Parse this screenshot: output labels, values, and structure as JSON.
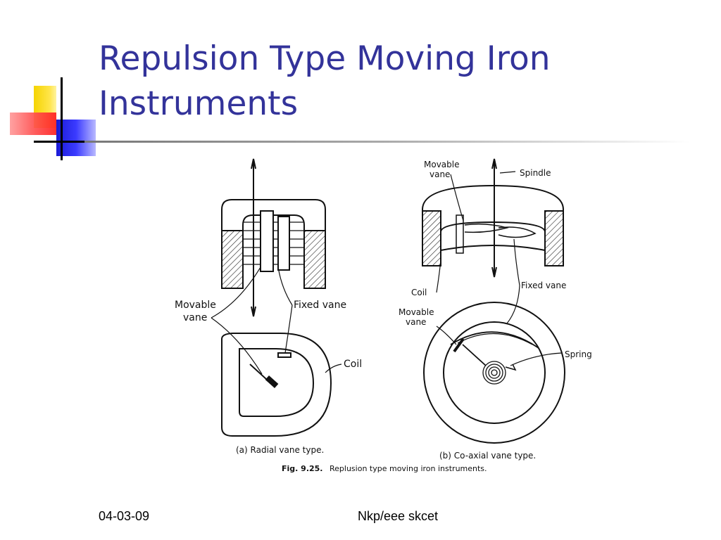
{
  "slide": {
    "title": "Repulsion Type Moving Iron Instruments",
    "footer_date": "04-03-09",
    "footer_author": "Nkp/eee skcet"
  },
  "figure": {
    "left": {
      "label_movable_vane_1": "Movable",
      "label_movable_vane_2": "vane",
      "label_fixed_vane": "Fixed vane",
      "label_coil": "Coil",
      "caption": "(a) Radial vane type."
    },
    "right": {
      "label_movable_vane_top_1": "Movable",
      "label_movable_vane_top_2": "vane",
      "label_spindle": "Spindle",
      "label_coil": "Coil",
      "label_fixed_vane": "Fixed vane",
      "label_movable_vane_1": "Movable",
      "label_movable_vane_2": "vane",
      "label_spring": "Spring",
      "caption": "(b) Co-axial vane type."
    },
    "fig_number": "Fig. 9.25.",
    "fig_caption": "Replusion type moving iron instruments."
  },
  "colors": {
    "title": "#33339a",
    "accent_yellow": "#f5d400",
    "accent_red": "#ff3b3b",
    "accent_blue": "#2a2aff"
  }
}
